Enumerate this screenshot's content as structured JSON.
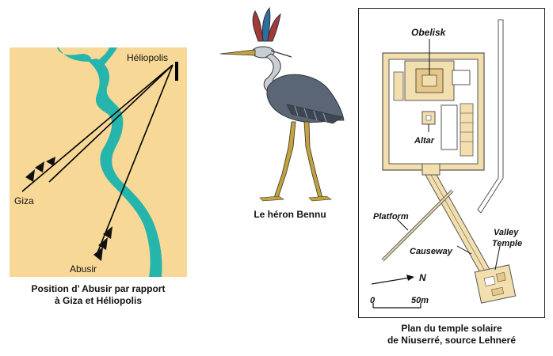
{
  "map": {
    "labels": {
      "heliopolis": "Héliopolis",
      "giza": "Giza",
      "abusir": "Abusir"
    },
    "caption_line1": "Position d’ Abusir par rapport",
    "caption_line2": "à Giza et Héliopolis",
    "colors": {
      "background": "#f7d896",
      "river": "#26b5ad",
      "line": "#000000"
    }
  },
  "heron": {
    "caption": "Le héron Bennu",
    "colors": {
      "body": "#5a6675",
      "legs": "#c4a23c",
      "crest": "#a33a3a"
    }
  },
  "plan": {
    "labels": {
      "obelisk": "Obelisk",
      "altar": "Altar",
      "platform": "Platform",
      "causeway": "Causeway",
      "valley_temple_line1": "Valley",
      "valley_temple_line2": "Temple",
      "north": "N",
      "scale_start": "0",
      "scale_end": "50m"
    },
    "caption_line1": "Plan du temple solaire",
    "caption_line2": "de Niuserré, source Lehneré",
    "colors": {
      "structure": "#f3dfae",
      "outline": "#555555"
    }
  }
}
